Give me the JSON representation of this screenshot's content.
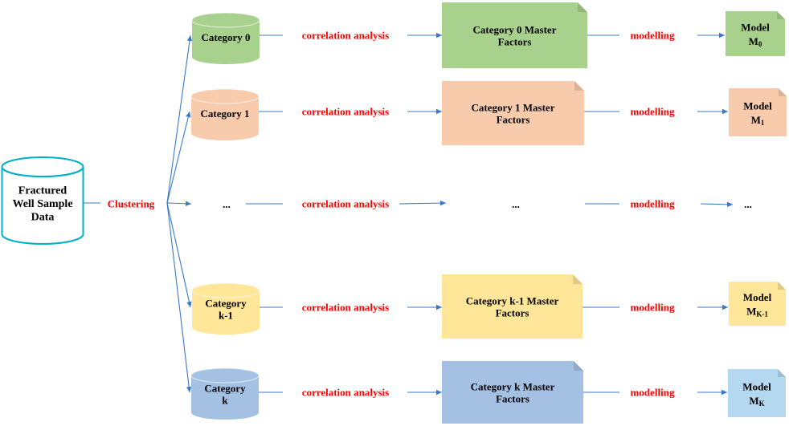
{
  "colors": {
    "edge": "#3a78c9",
    "red_label": "#ff0000",
    "source_fill": "#ffffff",
    "source_stroke": "#00b0c8"
  },
  "source": {
    "lines": [
      "Fractured",
      "Well Sample",
      "Data"
    ]
  },
  "clustering_label": "Clustering",
  "rows": [
    {
      "category_lines": [
        "Category 0"
      ],
      "category_fill": "#a9d18e",
      "analysis_label": "correlation analysis",
      "factors_lines": [
        "Category 0 Master",
        "Factors"
      ],
      "factors_fill": "#a9d18e",
      "modelling_label": "modelling",
      "model_label": "Model",
      "model_symbol": "M",
      "model_subscript": "0",
      "model_fill": "#a9d18e"
    },
    {
      "category_lines": [
        "Category 1"
      ],
      "category_fill": "#f8cbad",
      "analysis_label": "correlation analysis",
      "factors_lines": [
        "Category 1 Master",
        "Factors"
      ],
      "factors_fill": "#f8cbad",
      "modelling_label": "modelling",
      "model_label": "Model",
      "model_symbol": "M",
      "model_subscript": "1",
      "model_fill": "#f8cbad"
    },
    {
      "ellipsis": true,
      "category_lines": [
        "..."
      ],
      "analysis_label": "correlation analysis",
      "factors_lines": [
        "..."
      ],
      "modelling_label": "modelling",
      "model_lines": [
        "..."
      ]
    },
    {
      "category_lines": [
        "Category",
        "k-1"
      ],
      "category_fill": "#ffe699",
      "analysis_label": "correlation analysis",
      "factors_lines": [
        "Category k-1 Master",
        "Factors"
      ],
      "factors_fill": "#ffe699",
      "modelling_label": "modelling",
      "model_label": "Model",
      "model_symbol": "M",
      "model_subscript": "K-1",
      "model_fill": "#ffe699"
    },
    {
      "category_lines": [
        "Category",
        "k"
      ],
      "category_fill": "#a4c1e4",
      "analysis_label": "correlation analysis",
      "factors_lines": [
        "Category k Master",
        "Factors"
      ],
      "factors_fill": "#a4c1e4",
      "modelling_label": "modelling",
      "model_label": "Model",
      "model_symbol": "M",
      "model_subscript": "K",
      "model_fill": "#b4d8f0"
    }
  ]
}
